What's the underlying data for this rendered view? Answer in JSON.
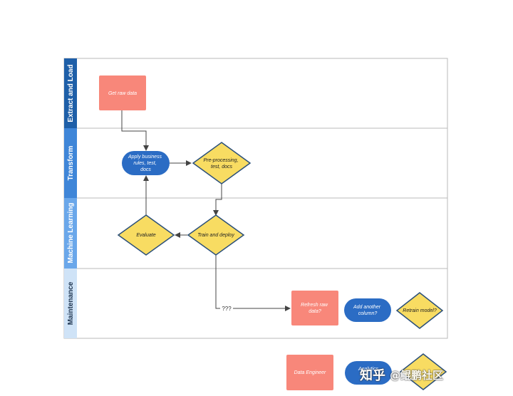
{
  "lanes": [
    {
      "label": "Extract and Load",
      "color": "#1e5fa8"
    },
    {
      "label": "Transform",
      "color": "#3f86d8"
    },
    {
      "label": "Machine Learning",
      "color": "#6aa7ea"
    },
    {
      "label": "Maintenance",
      "color": "#cfe3f7"
    }
  ],
  "nodes": {
    "get_raw_data": "Get raw data",
    "apply_rules": [
      "Apply business",
      "rules, test,",
      "docs"
    ],
    "preprocessing": [
      "Pre-processing,",
      "test, docs"
    ],
    "evaluate": "Evaluate",
    "train_deploy": "Train and deploy",
    "refresh_raw": [
      "Refresh raw",
      "data?"
    ],
    "add_column": [
      "Add another",
      "column?"
    ],
    "retrain": "Retrain model?"
  },
  "edge_label": "???",
  "legend": {
    "data_engineer": "Data Engineer",
    "analyst": "Analytics"
  },
  "watermark": {
    "logo": "知乎",
    "text": "@鲲鹏社区"
  },
  "colors": {
    "salmon": "#f8877a",
    "blue": "#2b6cc4",
    "diamond": "#f8dc62",
    "diamond_border": "#2a4f7a",
    "lane_border": "#b8b8b8",
    "connector": "#444444"
  }
}
